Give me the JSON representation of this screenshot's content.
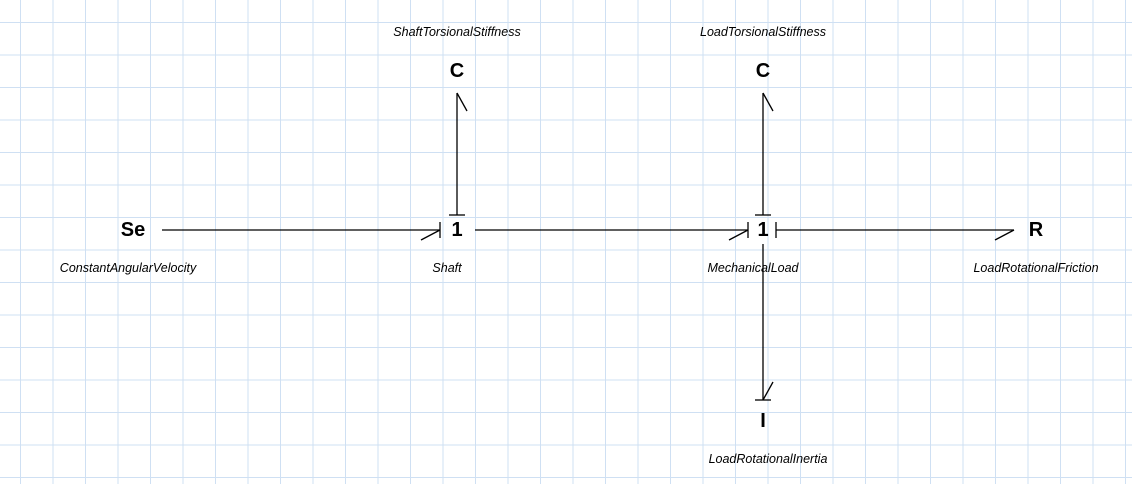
{
  "diagram": {
    "elements": [
      {
        "id": "se",
        "symbol": "Se",
        "name": "ConstantAngularVelocity"
      },
      {
        "id": "j1a",
        "symbol": "1",
        "name": "Shaft"
      },
      {
        "id": "j1b",
        "symbol": "1",
        "name": "MechanicalLoad"
      },
      {
        "id": "r",
        "symbol": "R",
        "name": "LoadRotationalFriction"
      },
      {
        "id": "c1",
        "symbol": "C",
        "name": "ShaftTorsionalStiffness"
      },
      {
        "id": "c2",
        "symbol": "C",
        "name": "LoadTorsionalStiffness"
      },
      {
        "id": "i",
        "symbol": "I",
        "name": "LoadRotationalInertia"
      }
    ],
    "bonds": [
      {
        "from": "se",
        "to": "j1a"
      },
      {
        "from": "j1a",
        "to": "j1b"
      },
      {
        "from": "j1b",
        "to": "r"
      },
      {
        "from": "j1a",
        "to": "c1"
      },
      {
        "from": "j1b",
        "to": "c2"
      },
      {
        "from": "j1b",
        "to": "i"
      }
    ]
  }
}
